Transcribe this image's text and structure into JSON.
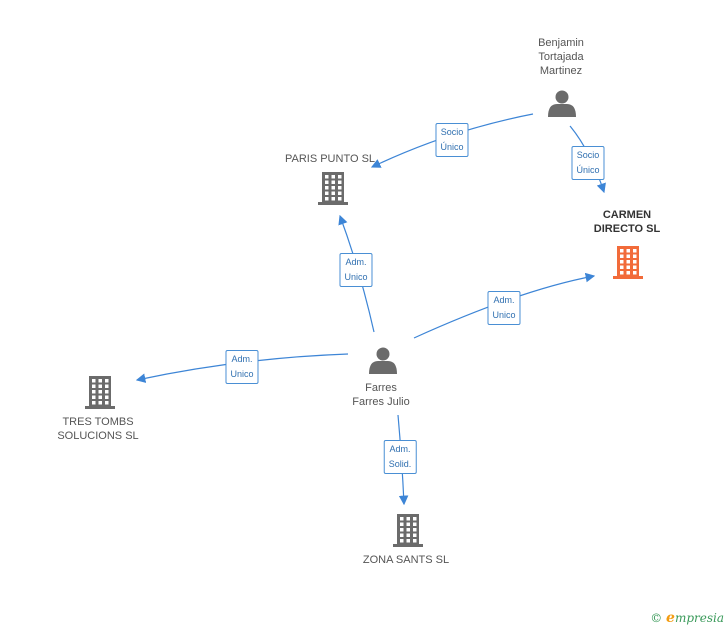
{
  "nodes": [
    {
      "id": "benjamin",
      "type": "person",
      "label": "Benjamin\nTortajada\nMartinez",
      "color": "#6b6b6b"
    },
    {
      "id": "paris",
      "type": "company",
      "label": "PARIS PUNTO SL",
      "color": "#6b6b6b"
    },
    {
      "id": "carmen",
      "type": "company",
      "label": "CARMEN\nDIRECTO SL",
      "color": "#f26b3a",
      "highlight": true
    },
    {
      "id": "farres",
      "type": "person",
      "label": "Farres\nFarres Julio",
      "color": "#6b6b6b"
    },
    {
      "id": "tres",
      "type": "company",
      "label": "TRES TOMBS\nSOLUCIONS SL",
      "color": "#6b6b6b"
    },
    {
      "id": "zona",
      "type": "company",
      "label": "ZONA SANTS SL",
      "color": "#6b6b6b"
    }
  ],
  "edges": [
    {
      "from": "benjamin",
      "to": "paris",
      "label": "Socio\nÚnico"
    },
    {
      "from": "benjamin",
      "to": "carmen",
      "label": "Socio\nÚnico"
    },
    {
      "from": "farres",
      "to": "paris",
      "label": "Adm.\nUnico"
    },
    {
      "from": "farres",
      "to": "carmen",
      "label": "Adm.\nUnico"
    },
    {
      "from": "farres",
      "to": "tres",
      "label": "Adm.\nUnico"
    },
    {
      "from": "farres",
      "to": "zona",
      "label": "Adm.\nSolid."
    }
  ],
  "colors": {
    "edge": "#3d85d6",
    "badge_border": "#4a8fd4",
    "badge_text": "#2f6fb0"
  },
  "footer": {
    "copyright": "©",
    "brand_initial": "e",
    "brand_rest": "mpresia"
  }
}
